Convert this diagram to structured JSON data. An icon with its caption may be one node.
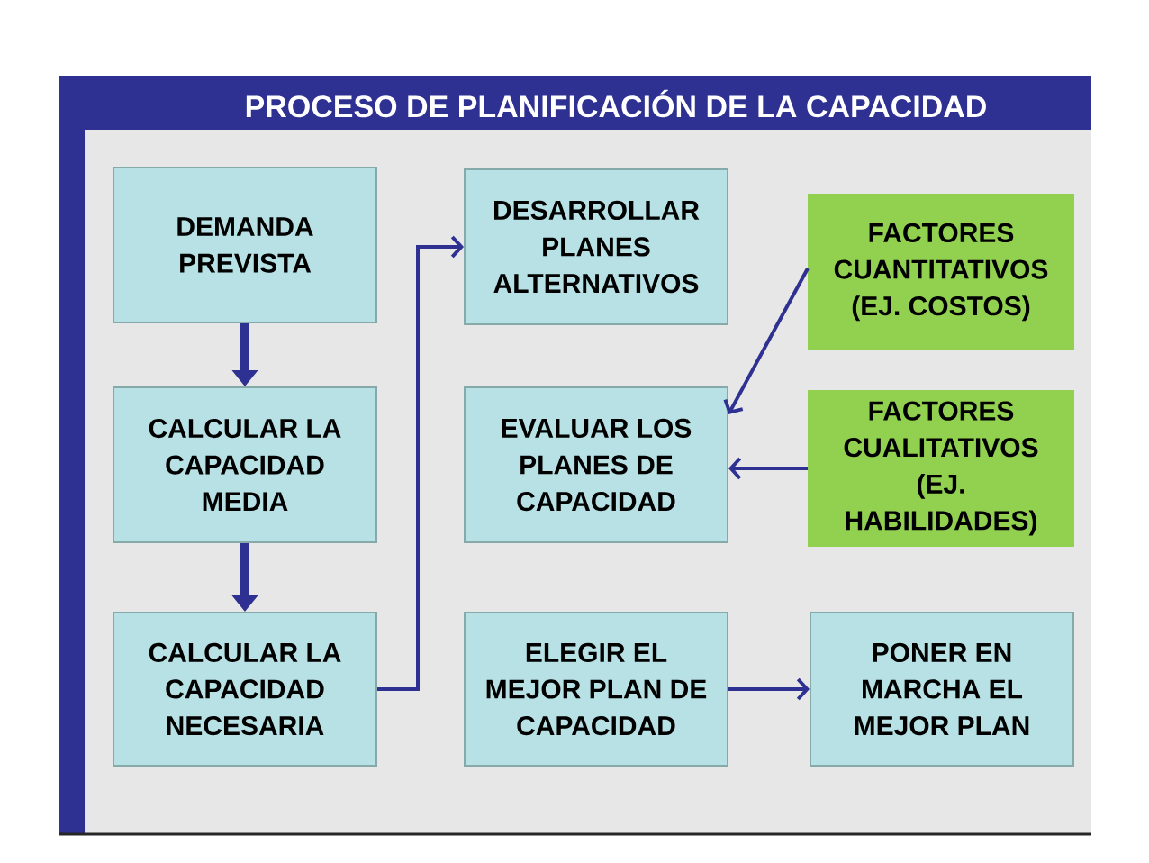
{
  "diagram": {
    "title": "PROCESO DE PLANIFICACIÓN DE LA CAPACIDAD",
    "nodes": [
      {
        "text": [
          "DEMANDA PREVISTA"
        ]
      },
      {
        "text": [
          "CALCULAR LA CAPACIDAD MEDIA"
        ]
      },
      {
        "text": [
          "CALCULAR LA CAPACIDAD NECESARIA"
        ]
      },
      {
        "text": [
          "DESARROLLAR PLANES ALTERNATIVOS"
        ]
      },
      {
        "text": [
          "EVALUAR LOS PLANES DE CAPACIDAD"
        ]
      },
      {
        "text": [
          "ELEGIR EL MEJOR PLAN DE CAPACIDAD"
        ]
      },
      {
        "text": [
          "FACTORES CUANTITATIVOS (EJ. COSTOS)"
        ]
      },
      {
        "text": [
          "FACTORES CUALITATIVOS (EJ. HABILIDADES)"
        ]
      },
      {
        "text": [
          "PONER EN MARCHA EL MEJOR PLAN"
        ]
      }
    ],
    "edges": [
      {
        "from": 0,
        "to": 1,
        "arrow": "to",
        "style": "thick"
      },
      {
        "from": 1,
        "to": 2,
        "arrow": "to",
        "style": "thick"
      },
      {
        "from": 2,
        "to": 3,
        "arrow": "to"
      },
      {
        "from": 6,
        "to": 4,
        "arrow": "to"
      },
      {
        "from": 7,
        "to": 4,
        "arrow": "to"
      },
      {
        "from": 5,
        "to": 8,
        "arrow": "to"
      }
    ]
  }
}
